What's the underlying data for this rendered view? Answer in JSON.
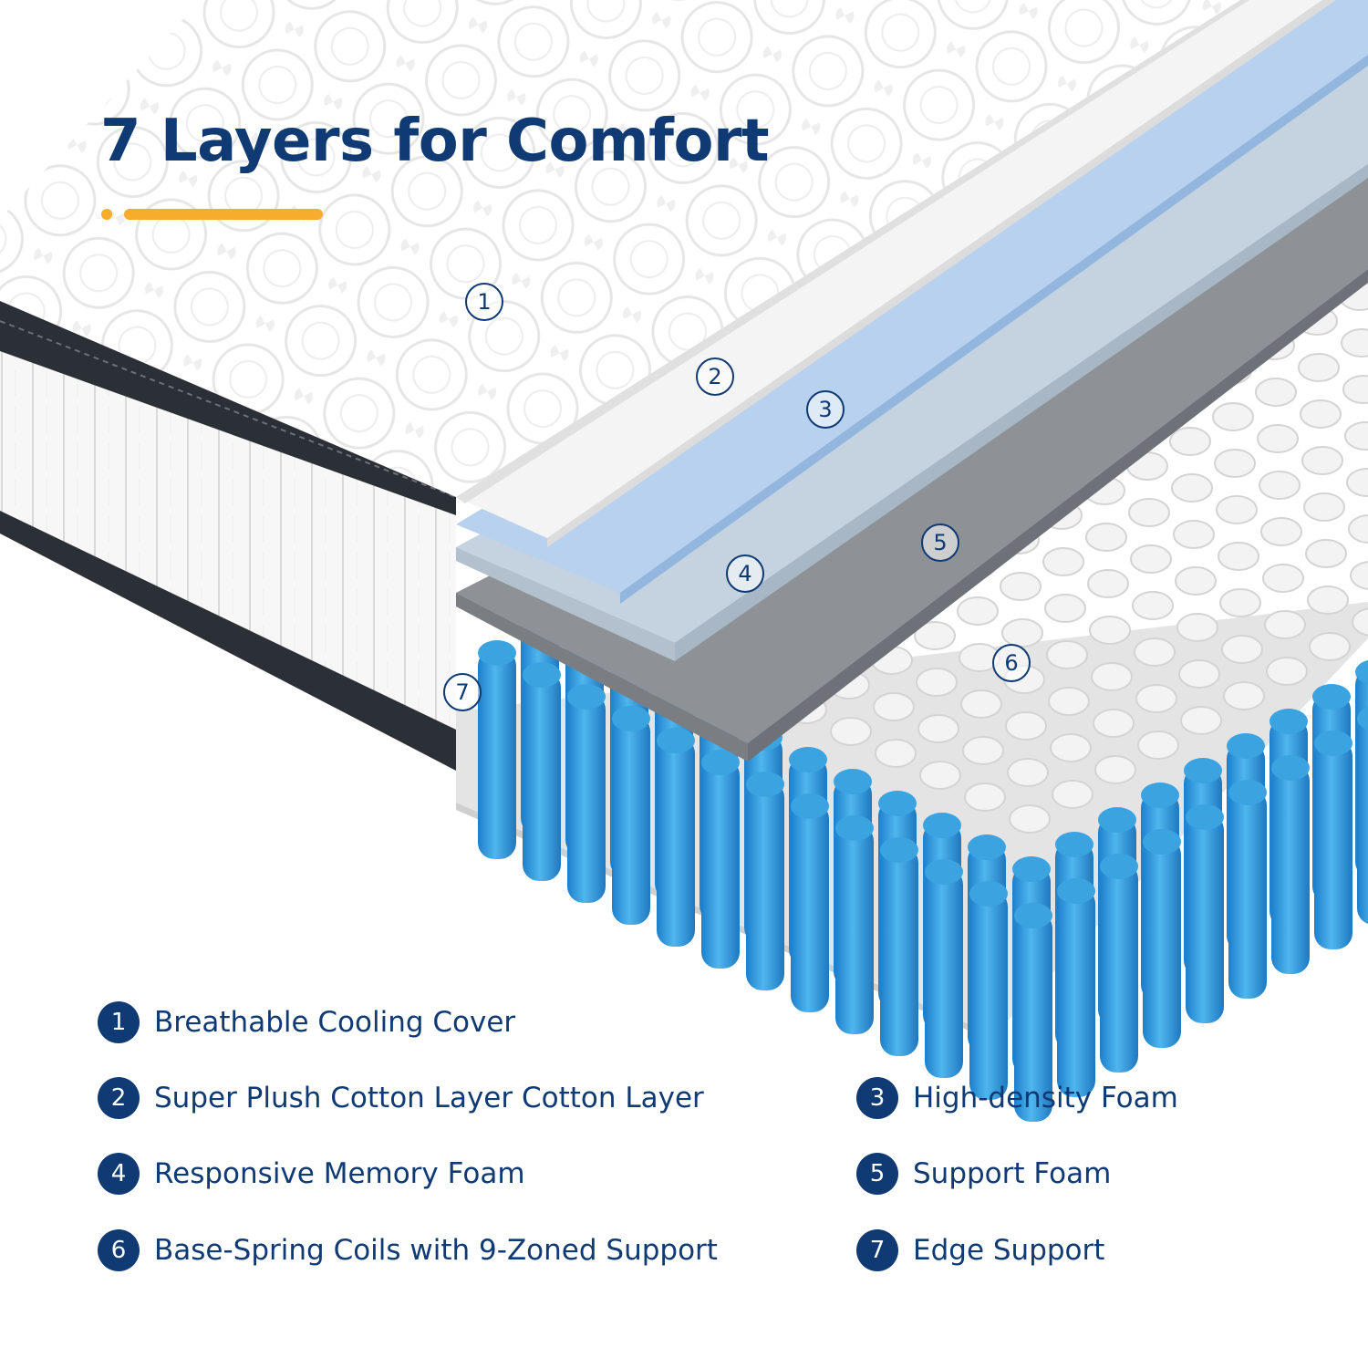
{
  "title": "7 Layers for Comfort",
  "colors": {
    "brand": "#0f3a73",
    "accent": "#f5ad2b",
    "coil_blue": "#3aa3e0",
    "coil_white": "#f3f3f3",
    "foam_blue": "#b8d1ee",
    "foam_grey": "#8e9297"
  },
  "callouts": [
    "1",
    "2",
    "3",
    "4",
    "5",
    "6",
    "7"
  ],
  "legend": [
    {
      "number": "1",
      "label": "Breathable Cooling Cover"
    },
    {
      "number": "2",
      "label": "Super Plush Cotton Layer Cotton Layer"
    },
    {
      "number": "3",
      "label": "High-density Foam"
    },
    {
      "number": "4",
      "label": "Responsive Memory Foam"
    },
    {
      "number": "5",
      "label": "Support Foam"
    },
    {
      "number": "6",
      "label": "Base-Spring Coils with 9-Zoned Support"
    },
    {
      "number": "7",
      "label": "Edge Support"
    }
  ]
}
